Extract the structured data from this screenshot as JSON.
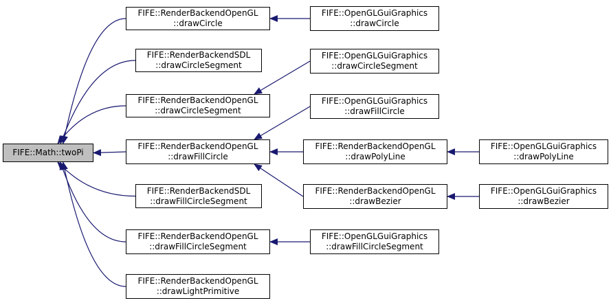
{
  "colors": {
    "edge": "#191970",
    "root_fill": "#bfbfbf",
    "node_fill": "#ffffff",
    "border": "#000000"
  },
  "nodes": {
    "root": {
      "text": "FIFE::Math::twoPi"
    },
    "rbo_drawCircle": {
      "line1": "FIFE::RenderBackendOpenGL",
      "line2": "::drawCircle"
    },
    "rbs_drawCircleSegment": {
      "line1": "FIFE::RenderBackendSDL",
      "line2": "::drawCircleSegment"
    },
    "rbo_drawCircleSegment": {
      "line1": "FIFE::RenderBackendOpenGL",
      "line2": "::drawCircleSegment"
    },
    "rbo_drawFillCircle": {
      "line1": "FIFE::RenderBackendOpenGL",
      "line2": "::drawFillCircle"
    },
    "rbs_drawFillCircleSegment": {
      "line1": "FIFE::RenderBackendSDL",
      "line2": "::drawFillCircleSegment"
    },
    "rbo_drawFillCircleSegment": {
      "line1": "FIFE::RenderBackendOpenGL",
      "line2": "::drawFillCircleSegment"
    },
    "rbo_drawLightPrimitive": {
      "line1": "FIFE::RenderBackendOpenGL",
      "line2": "::drawLightPrimitive"
    },
    "oggg_drawCircle": {
      "line1": "FIFE::OpenGLGuiGraphics",
      "line2": "::drawCircle"
    },
    "oggg_drawCircleSegment": {
      "line1": "FIFE::OpenGLGuiGraphics",
      "line2": "::drawCircleSegment"
    },
    "oggg_drawFillCircle": {
      "line1": "FIFE::OpenGLGuiGraphics",
      "line2": "::drawFillCircle"
    },
    "rbo_drawPolyLine": {
      "line1": "FIFE::RenderBackendOpenGL",
      "line2": "::drawPolyLine"
    },
    "rbo_drawBezier": {
      "line1": "FIFE::RenderBackendOpenGL",
      "line2": "::drawBezier"
    },
    "oggg_drawFillCircleSegment": {
      "line1": "FIFE::OpenGLGuiGraphics",
      "line2": "::drawFillCircleSegment"
    },
    "oggg_drawPolyLine": {
      "line1": "FIFE::OpenGLGuiGraphics",
      "line2": "::drawPolyLine"
    },
    "oggg_drawBezier": {
      "line1": "FIFE::OpenGLGuiGraphics",
      "line2": "::drawBezier"
    }
  },
  "edges": [
    {
      "from": "rbo_drawCircle",
      "to": "root"
    },
    {
      "from": "rbs_drawCircleSegment",
      "to": "root"
    },
    {
      "from": "rbo_drawCircleSegment",
      "to": "root"
    },
    {
      "from": "rbo_drawFillCircle",
      "to": "root"
    },
    {
      "from": "rbs_drawFillCircleSegment",
      "to": "root"
    },
    {
      "from": "rbo_drawFillCircleSegment",
      "to": "root"
    },
    {
      "from": "rbo_drawLightPrimitive",
      "to": "root"
    },
    {
      "from": "oggg_drawCircle",
      "to": "rbo_drawCircle"
    },
    {
      "from": "oggg_drawCircleSegment",
      "to": "rbo_drawCircleSegment"
    },
    {
      "from": "oggg_drawFillCircle",
      "to": "rbo_drawFillCircle"
    },
    {
      "from": "rbo_drawPolyLine",
      "to": "rbo_drawFillCircle"
    },
    {
      "from": "rbo_drawBezier",
      "to": "rbo_drawFillCircle"
    },
    {
      "from": "oggg_drawFillCircleSegment",
      "to": "rbo_drawFillCircleSegment"
    },
    {
      "from": "oggg_drawPolyLine",
      "to": "rbo_drawPolyLine"
    },
    {
      "from": "oggg_drawBezier",
      "to": "rbo_drawBezier"
    }
  ]
}
